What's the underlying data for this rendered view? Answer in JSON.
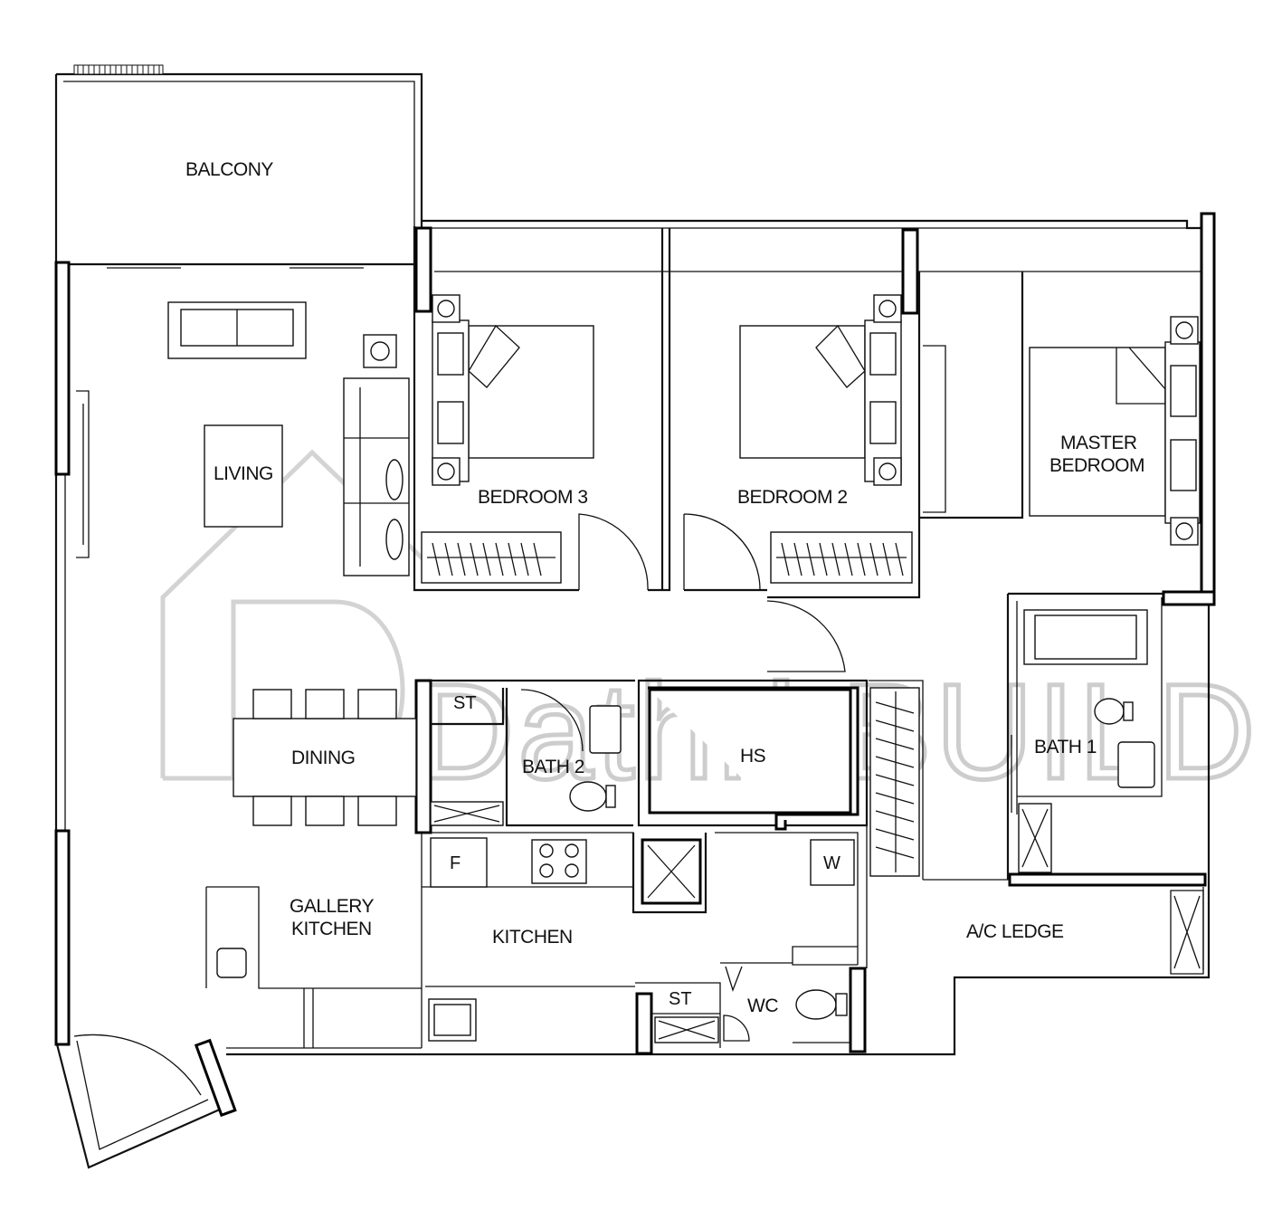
{
  "rooms": {
    "balcony": "BALCONY",
    "living": "LIVING",
    "bedroom3": "BEDROOM 3",
    "bedroom2": "BEDROOM 2",
    "master_line1": "MASTER",
    "master_line2": "BEDROOM",
    "dining": "DINING",
    "store_upper": "ST",
    "bath2": "BATH 2",
    "hs": "HS",
    "bath1": "BATH 1",
    "fridge": "F",
    "washer": "W",
    "gallery_line1": "GALLERY",
    "gallery_line2": "KITCHEN",
    "kitchen": "KITCHEN",
    "ac_ledge": "A/C LEDGE",
    "store_lower": "ST",
    "wc": "WC"
  },
  "watermark": "Dathri.BUILD"
}
